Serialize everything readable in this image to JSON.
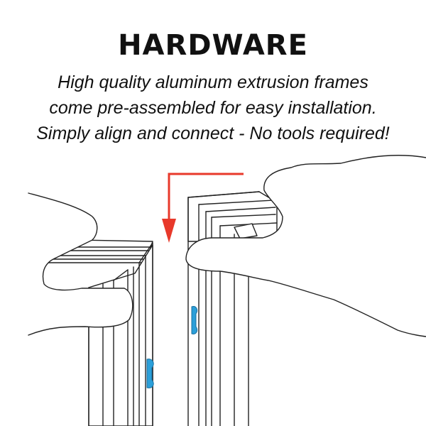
{
  "heading": "HARDWARE",
  "description": {
    "line1": "High quality aluminum extrusion frames",
    "line2": "come pre-assembled for easy installation.",
    "line3": "Simply align and connect - No tools required!"
  },
  "colors": {
    "text": "#111111",
    "line_art": "#222222",
    "arrow": "#e8392b",
    "connector": "#2b9fd9"
  },
  "illustration": {
    "icons": [
      "left-hand-icon",
      "right-hand-icon",
      "left-frame-icon",
      "right-frame-icon",
      "down-arrow-icon",
      "connector-clip-icon"
    ]
  }
}
